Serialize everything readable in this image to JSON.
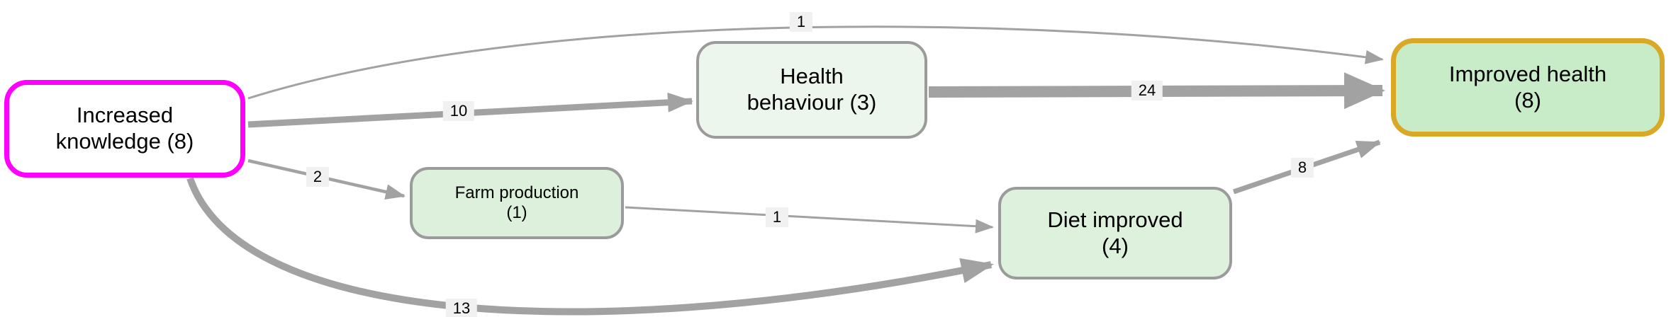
{
  "diagram": {
    "type": "causal-map",
    "nodes": [
      {
        "id": "increased-knowledge",
        "label": "Increased knowledge",
        "value": 8,
        "text": "Increased knowledge (8)",
        "fill": "#ffffff",
        "border": "#ff00ff"
      },
      {
        "id": "health-behaviour",
        "label": "Health behaviour",
        "value": 3,
        "text": "Health behaviour (3)",
        "fill": "#edf6ed",
        "border": "#9b9b9b"
      },
      {
        "id": "farm-production",
        "label": "Farm production",
        "value": 1,
        "text": "Farm production (1)",
        "fill": "#dcf0dc",
        "border": "#9b9b9b"
      },
      {
        "id": "diet-improved",
        "label": "Diet improved",
        "value": 4,
        "text": "Diet improved (4)",
        "fill": "#ddf1dd",
        "border": "#9b9b9b"
      },
      {
        "id": "improved-health",
        "label": "Improved health",
        "value": 8,
        "text": "Improved health (8)",
        "fill": "#c8ebc8",
        "border": "#d9a826"
      }
    ],
    "edges": [
      {
        "from": "increased-knowledge",
        "to": "improved-health",
        "weight": 1
      },
      {
        "from": "increased-knowledge",
        "to": "health-behaviour",
        "weight": 10
      },
      {
        "from": "health-behaviour",
        "to": "improved-health",
        "weight": 24
      },
      {
        "from": "increased-knowledge",
        "to": "farm-production",
        "weight": 2
      },
      {
        "from": "farm-production",
        "to": "diet-improved",
        "weight": 1
      },
      {
        "from": "increased-knowledge",
        "to": "diet-improved",
        "weight": 13
      },
      {
        "from": "diet-improved",
        "to": "improved-health",
        "weight": 8
      }
    ],
    "colors": {
      "edge": "#a2a2a2",
      "edge_label_background": "#f1f1f1",
      "text": "#000000",
      "background": "#ffffff"
    }
  }
}
